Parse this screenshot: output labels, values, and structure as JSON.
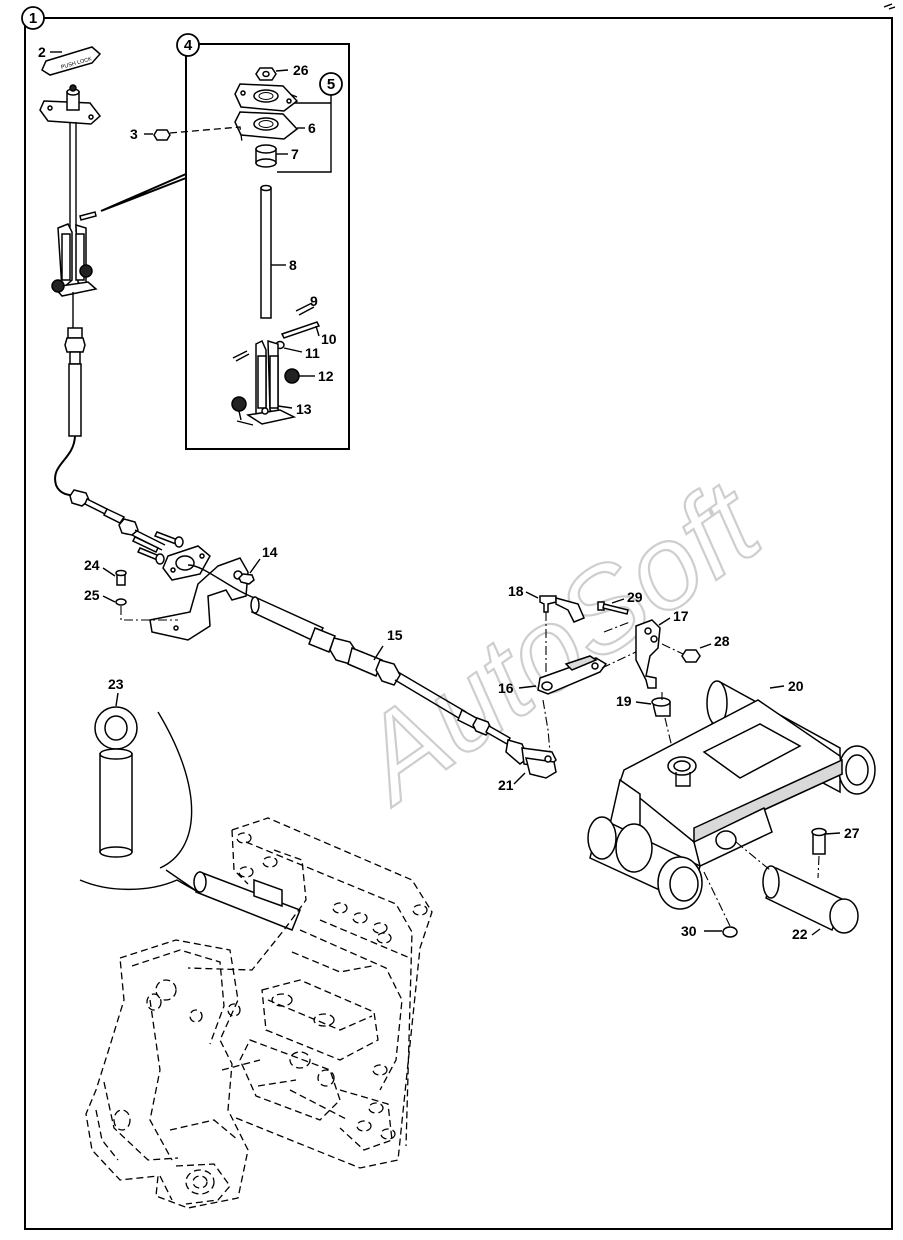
{
  "diagram": {
    "group_markers": {
      "main": "1",
      "inset": "4",
      "sub": "5"
    },
    "callouts": {
      "p2": "2",
      "p3": "3",
      "p6": "6",
      "p7": "7",
      "p8": "8",
      "p9": "9",
      "p10": "10",
      "p11": "11",
      "p12": "12",
      "p13": "13",
      "p14": "14",
      "p15": "15",
      "p16": "16",
      "p17": "17",
      "p18": "18",
      "p19": "19",
      "p20": "20",
      "p21": "21",
      "p22": "22",
      "p23": "23",
      "p24": "24",
      "p25": "25",
      "p26": "26",
      "p27": "27",
      "p28": "28",
      "p29": "29",
      "p30": "30"
    },
    "watermark": "AutoSoft",
    "knob_text": "PUSH  LOCK"
  }
}
